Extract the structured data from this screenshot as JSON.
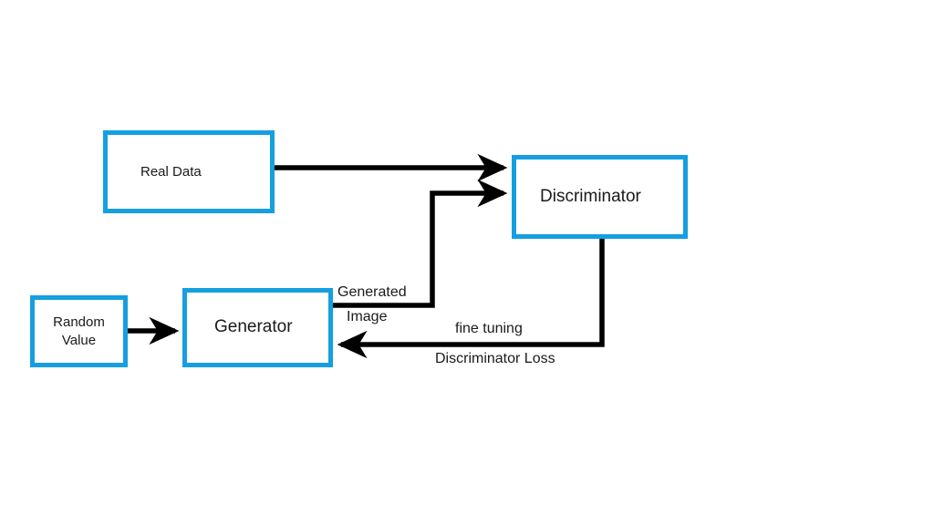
{
  "diagram": {
    "title": "GAN architecture flow diagram",
    "background_color": "#ffffff",
    "node_border_color": "#159fe0",
    "edge_color": "#000000",
    "nodes": [
      {
        "id": "real-data",
        "label": "Real Data"
      },
      {
        "id": "discriminator",
        "label": "Discriminator"
      },
      {
        "id": "random-value",
        "label": "Random\nValue"
      },
      {
        "id": "generator",
        "label": "Generator"
      }
    ],
    "edge_labels": [
      {
        "id": "generated",
        "text": "Generated"
      },
      {
        "id": "image",
        "text": "Image"
      },
      {
        "id": "fine-tuning",
        "text": "fine tuning"
      },
      {
        "id": "discriminator-loss",
        "text": "Discriminator Loss"
      }
    ]
  }
}
